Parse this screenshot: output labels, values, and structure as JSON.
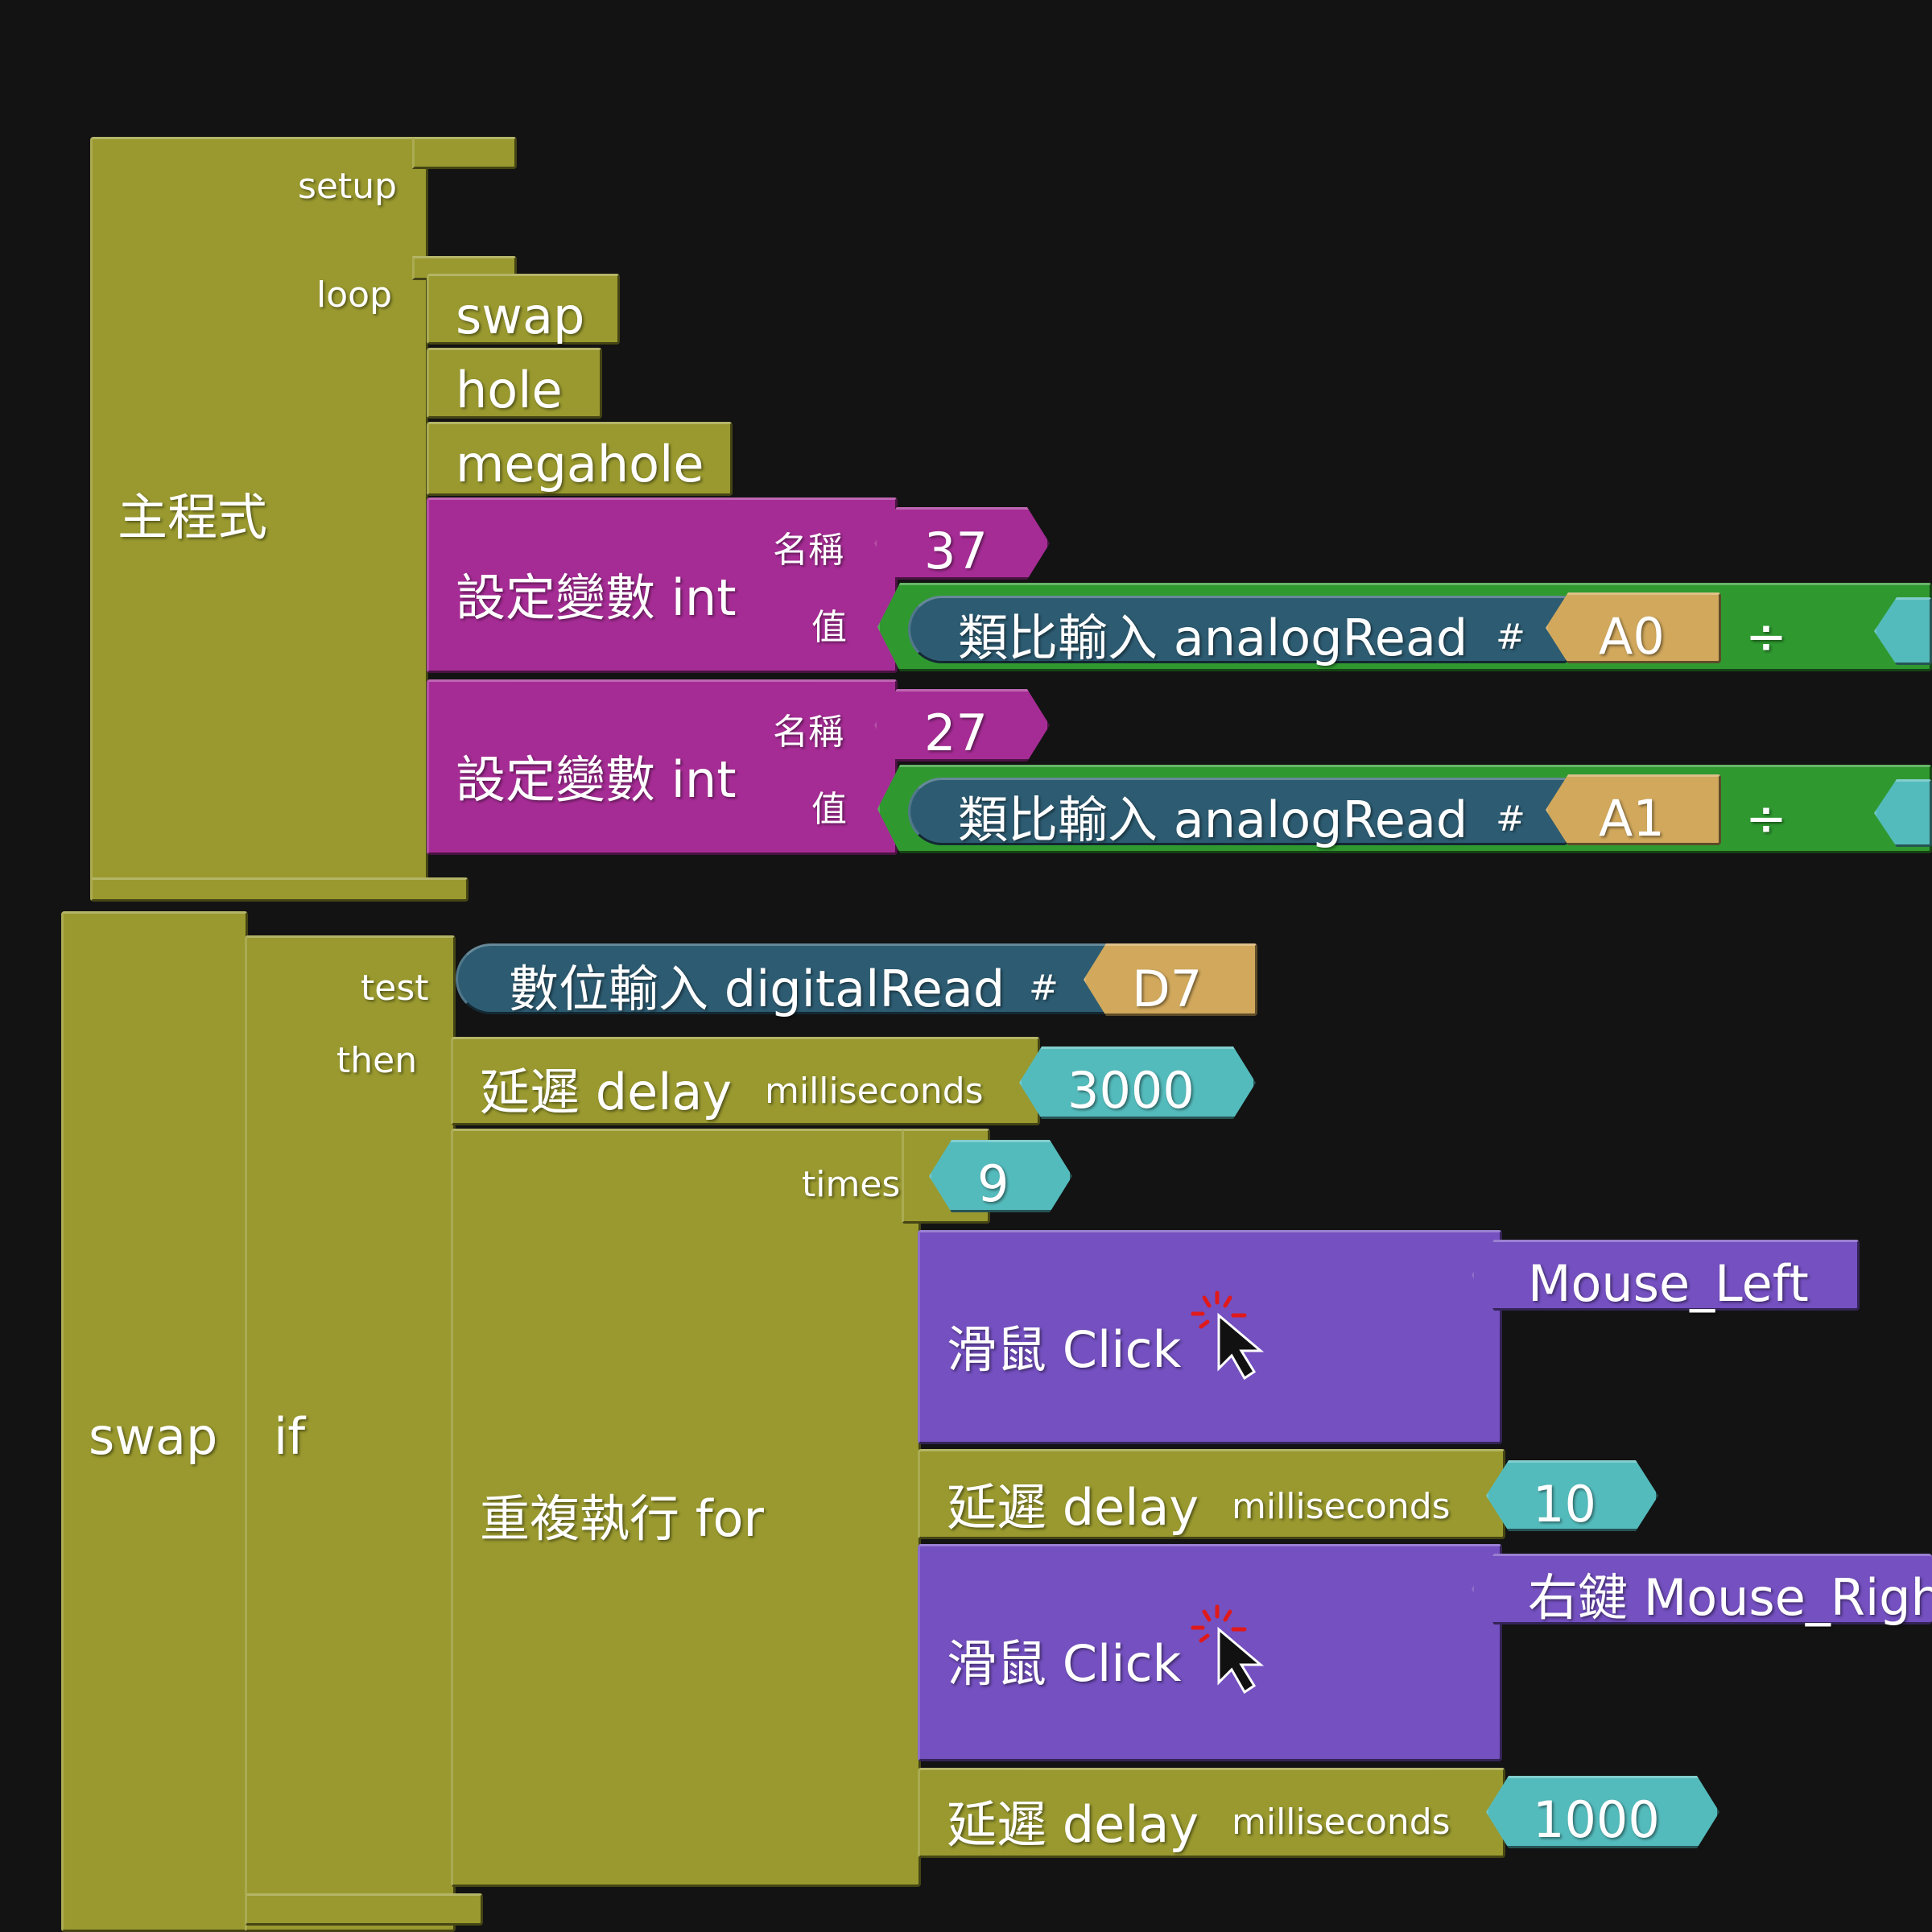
{
  "main_program": {
    "title": "主程式",
    "setup_label": "setup",
    "loop_label": "loop",
    "calls": [
      "swap",
      "hole",
      "megahole"
    ],
    "set_var_1": {
      "label": "設定變數 int",
      "name_label": "名稱",
      "name_value": "37",
      "value_label": "值",
      "read_label": "類比輸入 analogRead",
      "hash": "#",
      "pin": "A0",
      "op": "÷"
    },
    "set_var_2": {
      "label": "設定變數 int",
      "name_label": "名稱",
      "name_value": "27",
      "value_label": "值",
      "read_label": "類比輸入 analogRead",
      "hash": "#",
      "pin": "A1",
      "op": "÷"
    }
  },
  "swap_function": {
    "title": "swap",
    "if_label": "if",
    "test_label": "test",
    "then_label": "then",
    "digital_read_label": "數位輸入 digitalRead",
    "hash": "#",
    "digital_pin": "D7",
    "delay_1": {
      "label": "延遲 delay",
      "unit": "milliseconds",
      "value": "3000"
    },
    "for_loop": {
      "label": "重複執行 for",
      "times_label": "times",
      "times_value": "9"
    },
    "click_1": {
      "label": "滑鼠 Click",
      "button": "Mouse_Left"
    },
    "delay_2": {
      "label": "延遲 delay",
      "unit": "milliseconds",
      "value": "10"
    },
    "click_2": {
      "label": "滑鼠 Click",
      "button": "右鍵 Mouse_Righ"
    },
    "delay_3": {
      "label": "延遲 delay",
      "unit": "milliseconds",
      "value": "1000"
    }
  },
  "colors": {
    "background": "#131313",
    "olive": "#99992f",
    "magenta": "#a62c95",
    "purple": "#7450c0",
    "green": "#2f9930",
    "blue_read": "#2d5c72",
    "gold": "#d1a85c",
    "teal": "#54bbbc"
  },
  "icons": [
    "mouse-cursor-click-icon"
  ]
}
